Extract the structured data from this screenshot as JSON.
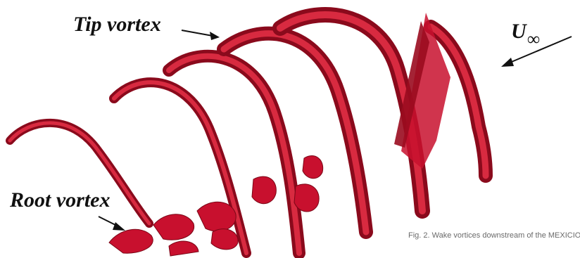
{
  "labels": {
    "tip_vortex": "Tip vortex",
    "root_vortex": "Root vortex",
    "freestream_symbol": "U",
    "freestream_subscript": "∞"
  },
  "caption": "Fig. 2. Wake vortices downstream of the MEXICIO",
  "colors": {
    "vortex": "#c8102e",
    "vortex_dark": "#7a0616",
    "vortex_light": "#e8384d",
    "text": "#111111",
    "caption": "#6a6a6a"
  },
  "icons": [
    "right-arrow-icon",
    "left-arrow-icon"
  ]
}
